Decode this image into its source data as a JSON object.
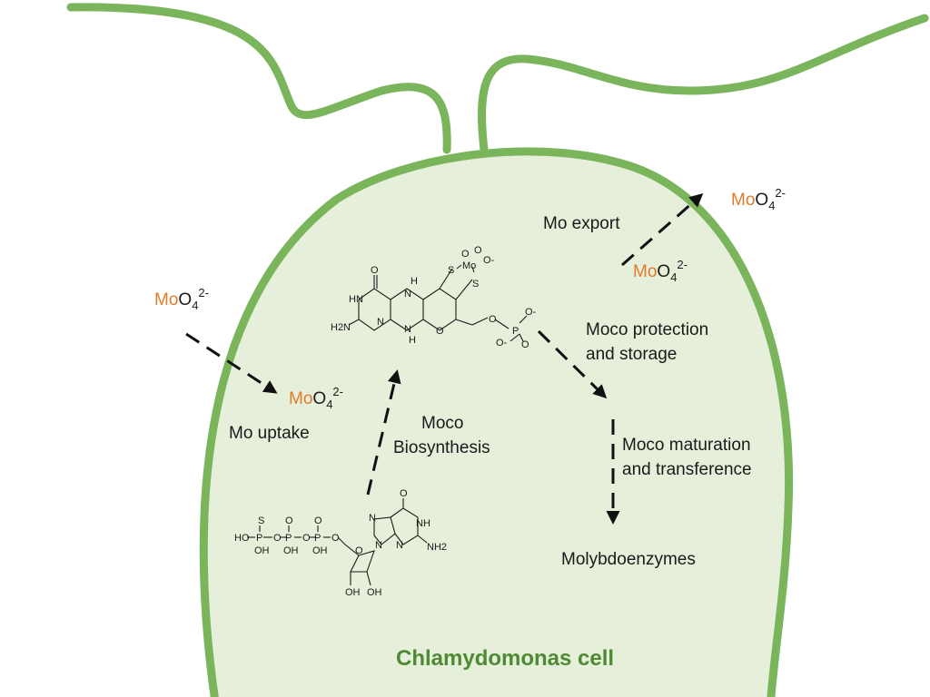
{
  "colors": {
    "membrane": "#7ab55c",
    "cytoplasm": "#e6efda",
    "molybdate": "#e07b2a",
    "title": "#4e8a34",
    "arrow": "#111111"
  },
  "labels": {
    "mo_uptake": "Mo uptake",
    "moco_biosynthesis_line1": "Moco",
    "moco_biosynthesis_line2": "Biosynthesis",
    "mo_export": "Mo export",
    "moco_protection_line1": "Moco protection",
    "moco_protection_line2": "and storage",
    "moco_maturation_line1": "Moco maturation",
    "moco_maturation_line2": "and transference",
    "molybdoenzymes": "Molybdoenzymes",
    "cell_title": "Chlamydomonas cell"
  },
  "molybdate": {
    "element": "Mo",
    "oxygen": "O",
    "count": "4",
    "charge": "2-"
  },
  "chemistry": {
    "moco": {
      "o_top": "O",
      "h_n_top": "H",
      "s1": "S",
      "s2": "S",
      "mo": "Mo",
      "mo_o1": "O",
      "mo_o2": "O",
      "mo_o3": "O-",
      "hn": "HN",
      "n_mid": "N",
      "h2n": "H2N",
      "n_low": "N",
      "n_h_bottom": "N",
      "h_bottom": "H",
      "o_ring": "O",
      "o_link": "O",
      "p": "P",
      "p_o1": "O-",
      "p_o2": "O-",
      "p_o3": "O"
    },
    "gtp": {
      "s": "S",
      "ho": "HO",
      "p1": "P",
      "p2": "P",
      "p3": "P",
      "o_link1": "O",
      "o_link2": "O",
      "o_link3": "O",
      "o_dbl2": "O",
      "o_dbl3": "O",
      "oh1": "OH",
      "oh2": "OH",
      "oh3": "OH",
      "ring_o": "O",
      "n9": "N",
      "n7": "N",
      "n3": "N",
      "n1h": "NH",
      "o6": "O",
      "nh2": "NH2",
      "rib_oh1": "OH",
      "rib_oh2": "OH"
    }
  }
}
